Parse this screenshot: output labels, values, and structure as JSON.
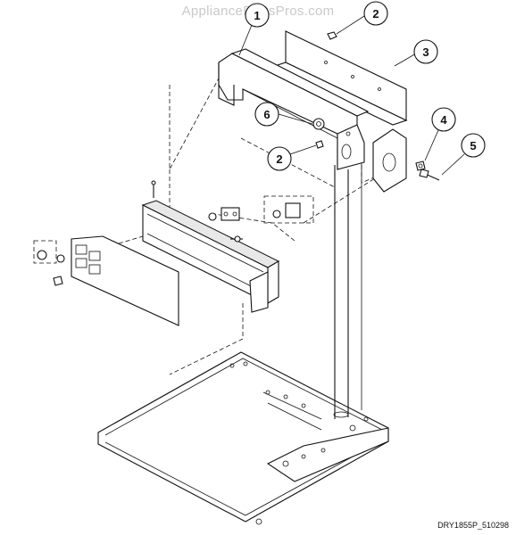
{
  "watermark": "AppliancePartsPros.com",
  "drawing_code": "DRY1855P_510298",
  "callouts": [
    {
      "id": "callout-1",
      "label": "1"
    },
    {
      "id": "callout-2a",
      "label": "2"
    },
    {
      "id": "callout-3",
      "label": "3"
    },
    {
      "id": "callout-4",
      "label": "4"
    },
    {
      "id": "callout-5",
      "label": "5"
    },
    {
      "id": "callout-6",
      "label": "6"
    },
    {
      "id": "callout-2b",
      "label": "2"
    }
  ]
}
